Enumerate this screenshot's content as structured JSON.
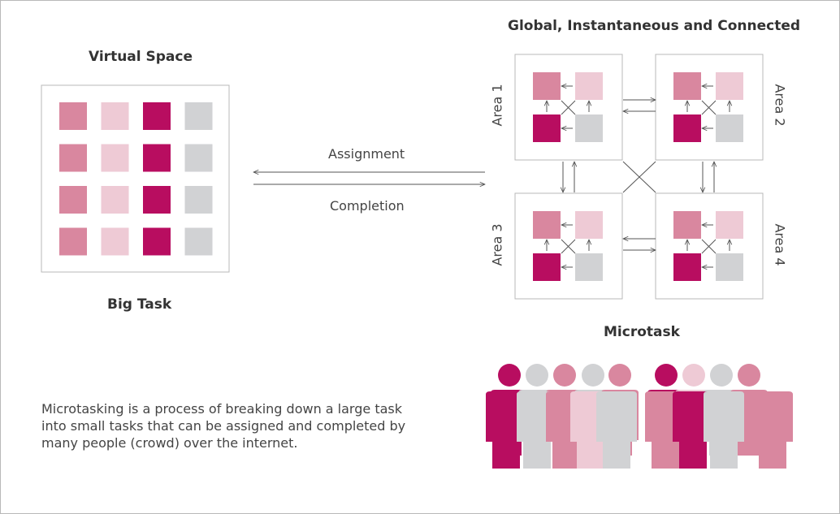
{
  "titles": {
    "virtual_space": "Virtual Space",
    "big_task": "Big Task",
    "global": "Global, Instantaneous and Connected",
    "microtask": "Microtask"
  },
  "arrows": {
    "assignment": "Assignment",
    "completion": "Completion"
  },
  "areas": [
    "Area 1",
    "Area 2",
    "Area 3",
    "Area 4"
  ],
  "description": [
    "Microtasking is a process of breaking down a large task",
    "into small tasks that can be assigned and completed by",
    "many people (crowd) over the internet."
  ],
  "colors": {
    "medium_pink": "#d9879f",
    "light_pink": "#eecad5",
    "magenta": "#b80d60",
    "gray": "#d1d2d4",
    "border": "#b9b9b9",
    "arrow": "#555555"
  },
  "big_task_grid": {
    "rows": 4,
    "columns": [
      "medium_pink",
      "light_pink",
      "magenta",
      "gray"
    ]
  },
  "area_tile_colors": [
    "medium_pink",
    "light_pink",
    "magenta",
    "gray"
  ],
  "crowd": {
    "back_row": [
      "magenta",
      "gray",
      "medium_pink",
      "gray",
      "medium_pink",
      "magenta",
      "light_pink",
      "gray",
      "medium_pink"
    ],
    "front_row": [
      "magenta",
      "gray",
      "medium_pink",
      "light_pink",
      "gray",
      "medium_pink",
      "magenta",
      "gray",
      "medium_pink"
    ]
  }
}
